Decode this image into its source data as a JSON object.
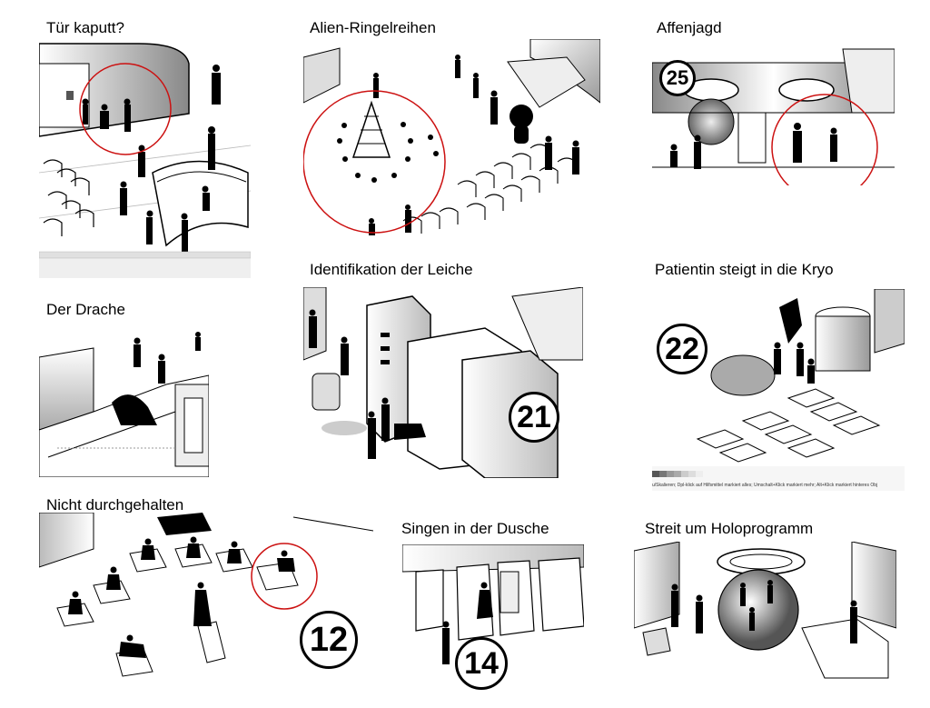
{
  "panels": [
    {
      "title": "Tür kaputt?"
    },
    {
      "title": "Alien-Ringelreihen"
    },
    {
      "title": "Affenjagd",
      "badge": "25"
    },
    {
      "title": "Der Drache"
    },
    {
      "title": "Identifikation der Leiche",
      "badge": "21"
    },
    {
      "title": "Patientin steigt in die Kryo",
      "badge": "22",
      "status_text": "u/Skalieren; Dpl-klick auf Hilfsmittel markiert alles; Umschalt+Klick markiert mehr; Alt+Klick markiert hinteres Obj"
    },
    {
      "title": "Nicht durchgehalten",
      "badge": "12"
    },
    {
      "title": "Singen in der Dusche",
      "badge": "14"
    },
    {
      "title": "Streit um Holoprogramm"
    }
  ],
  "colors": {
    "highlight_circle": "#cc1111",
    "ink": "#000000",
    "grey": "#9a9a9a"
  }
}
